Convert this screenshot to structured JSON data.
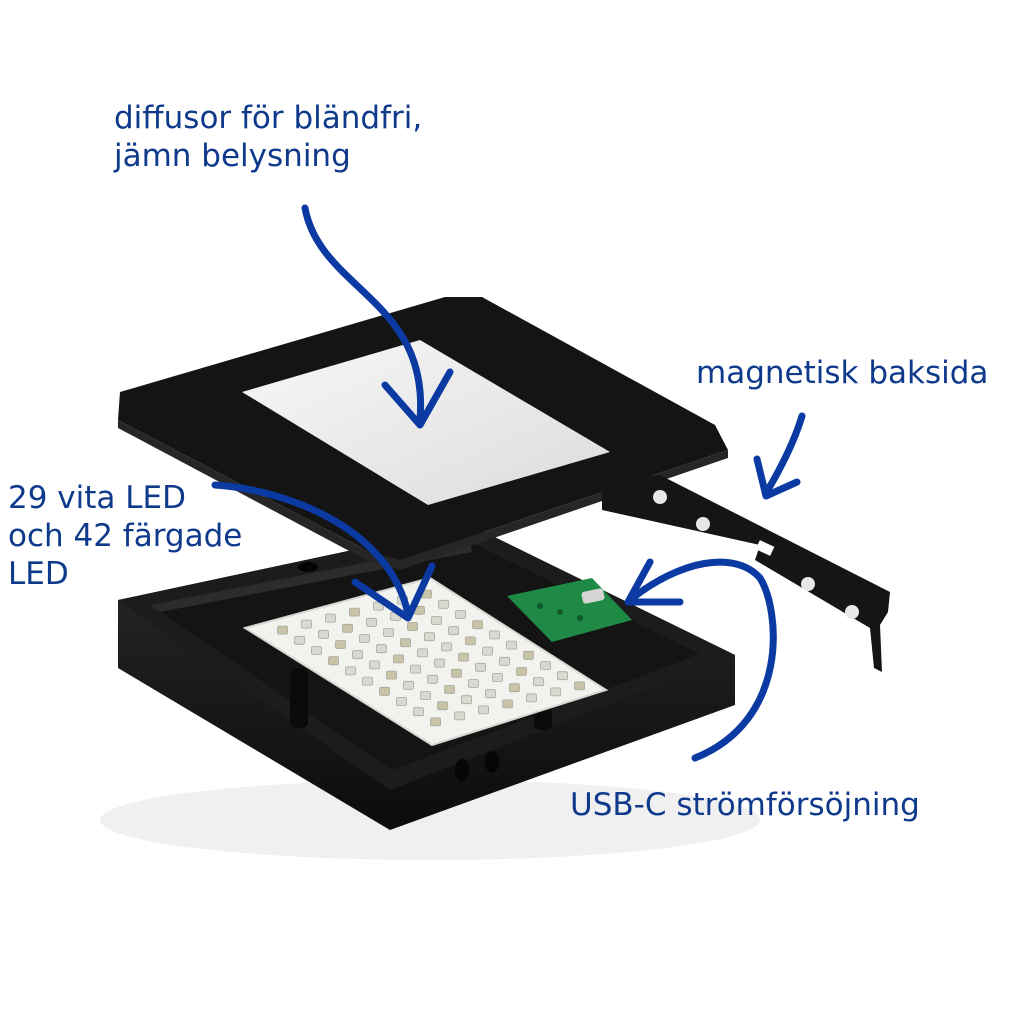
{
  "colors": {
    "annotation": "#0f3a8c",
    "arrow": "#0b3aa3",
    "housing": "#1a1a1a",
    "diffuser_window": "#eeeeee",
    "led_board": "#f1f1ee",
    "usb_board": "#1f8a45"
  },
  "labels": {
    "diffusor": [
      "diffusor för bländfri,",
      "jämn belysning"
    ],
    "magnetic": "magnetisk baksida",
    "led": [
      "29 vita LED",
      "och 42 färgade",
      "LED"
    ],
    "usb": "USB-C strömförsöjning"
  },
  "parts": [
    {
      "name": "diffuser-cover",
      "icon": "diffuser-panel"
    },
    {
      "name": "housing-base",
      "icon": "enclosure"
    },
    {
      "name": "led-board",
      "icon": "led-pcb"
    },
    {
      "name": "usb-c-board",
      "icon": "usb-pcb"
    },
    {
      "name": "magnetic-back-plate",
      "icon": "bracket"
    }
  ]
}
